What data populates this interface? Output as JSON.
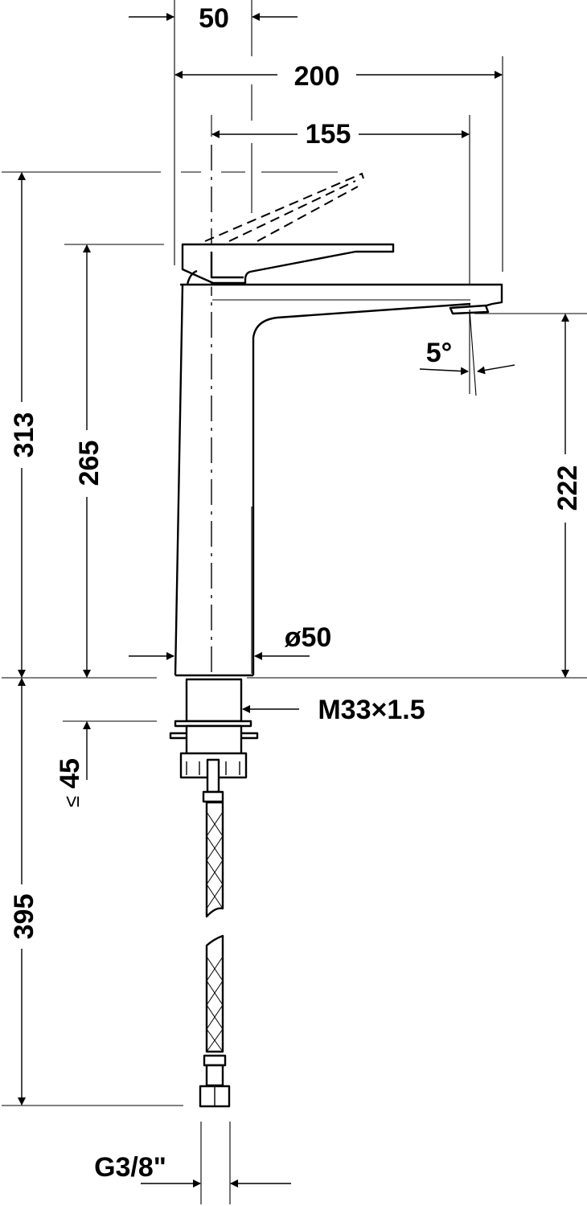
{
  "drawing": {
    "title": "Single-lever basin mixer dimension drawing",
    "units": "mm",
    "dimensions": {
      "spout_offset": "50",
      "total_depth": "200",
      "spout_reach": "155",
      "total_height": "313",
      "lever_height": "265",
      "spout_height": "222",
      "spout_angle": "5°",
      "body_diameter": "ø50",
      "thread": "M33×1.5",
      "max_deck_thickness_value": "45",
      "max_deck_thickness_symbol": "≤",
      "hose_length": "395",
      "hose_connection": "G3/8\""
    }
  }
}
